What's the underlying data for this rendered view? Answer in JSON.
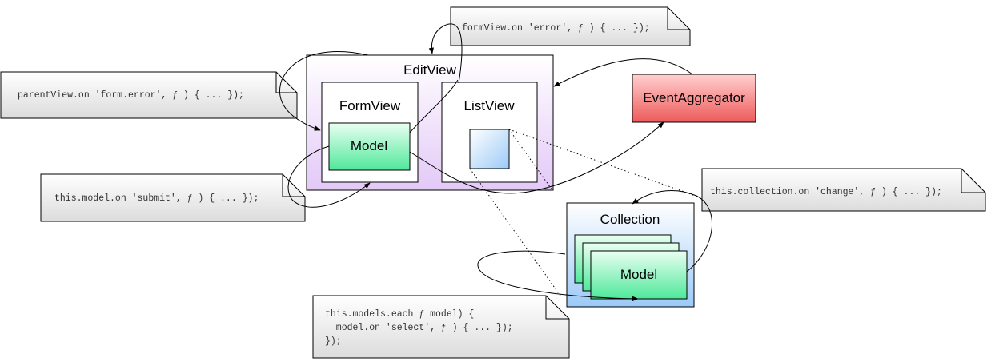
{
  "boxes": {
    "edit_view": "EditView",
    "form_view": "FormView",
    "list_view": "ListView",
    "form_model": "Model",
    "event_aggregator": "EventAggregator",
    "collection": "Collection",
    "collection_model": "Model"
  },
  "notes": {
    "form_error": [
      "formView.on 'error', ƒ ) { ... });"
    ],
    "parent_view": [
      "parentView.on 'form.error', ƒ ) { ... });"
    ],
    "submit": [
      "this.model.on 'submit', ƒ ) { ... });"
    ],
    "collection_change": [
      "this.collection.on 'change', ƒ ) { ... });"
    ],
    "models_each": [
      "this.models.each ƒ model) {",
      "  model.on 'select', ƒ ) { ... });",
      "});"
    ]
  },
  "colors": {
    "edit_view_top": "#ffffff",
    "edit_view_bottom": "#e3c9f7",
    "model_top": "#e9fff2",
    "model_bottom": "#4fe89a",
    "aggregator_top": "#ffd0d0",
    "aggregator_bottom": "#ee5a5a",
    "collection_top": "#ffffff",
    "collection_bottom": "#9ccaf7",
    "note_top": "#ffffff",
    "note_bottom": "#dcdcdc"
  }
}
